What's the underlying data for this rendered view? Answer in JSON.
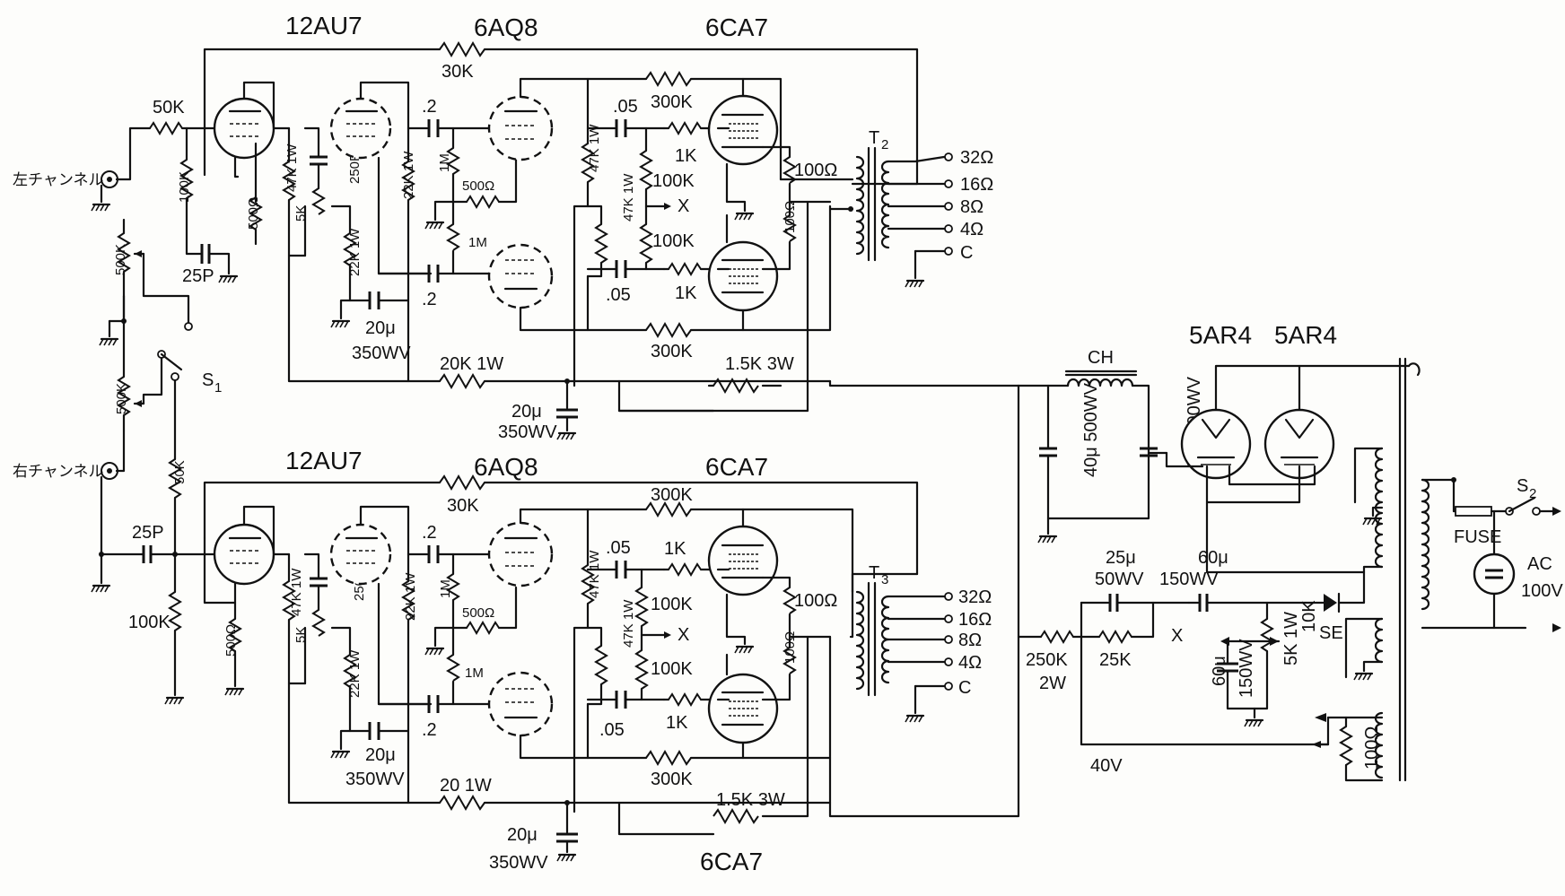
{
  "tubes": {
    "top_12au7": "12AU7",
    "top_6aq8": "6AQ8",
    "top_6ca7": "6CA7",
    "bot_12au7": "12AU7",
    "bot_6aq8": "6AQ8",
    "bot_6ca7": "6CA7",
    "bot_6ca7_lower": "6CA7",
    "rect1": "5AR4",
    "rect2": "5AR4"
  },
  "inputs": {
    "left_channel": "左チャンネル",
    "right_channel": "右チャンネル",
    "switch_s1": "S",
    "switch_s1_sub": "1",
    "switch_s2": "S",
    "switch_s2_sub": "2"
  },
  "top_channel": {
    "fb_res": "30K",
    "in_res": "50K",
    "grid_res": "100K",
    "cap_25p": "25P",
    "cath_500": "500Ω",
    "plate_47k": "47K 1W",
    "plate_22k": "22K 1W",
    "cap_250p": "250P",
    "pot_5k": "5K",
    "res_22k_lower": "22K 1W",
    "cap_20u": "20μ",
    "wv_350": "350WV",
    "coup_02_top": ".2",
    "coup_02_bot": ".2",
    "grid_1m_top": "1M",
    "grid_1m_bot": "1M",
    "res_500": "500Ω",
    "pi_47k": "47K 1W",
    "pi_47k_2": "47K 1W",
    "coup_05_top": ".05",
    "coup_05_bot": ".05",
    "res_1k_top": "1K",
    "res_1k_bot": "1K",
    "res_100k_top": "100K",
    "res_100k_bot": "100K",
    "x_label": "X",
    "fb_300k_top": "300K",
    "fb_300k_bot": "300K",
    "screen_100": "100Ω",
    "screen_100_2": "100Ω",
    "transformer": "T",
    "transformer_sub": "2",
    "taps": [
      "32Ω",
      "16Ω",
      "8Ω",
      "4Ω",
      "C"
    ],
    "dropping_20k": "20K 1W",
    "dropping_15k": "1.5K 3W",
    "filt_20u": "20μ",
    "filt_350": "350WV"
  },
  "bottom_channel": {
    "fb_res": "30K",
    "in_res": "50K",
    "cap_25p": "25P",
    "grid_res": "100K",
    "cath_500": "500Ω",
    "plate_47k": "47K 1W",
    "plate_22k": "22K 1W",
    "cap_250p": "250P",
    "pot_5k": "5K",
    "res_22k_lower": "22K 1W",
    "cap_20u": "20μ",
    "wv_350": "350WV",
    "coup_02_top": ".2",
    "coup_02_bot": ".2",
    "grid_1m_top": "1M",
    "grid_1m_bot": "1M",
    "res_500": "500Ω",
    "pi_47k": "47K 1W",
    "pi_47k_2": "47K 1W",
    "coup_05_top": ".05",
    "coup_05_bot": ".05",
    "res_1k_top": "1K",
    "res_1k_bot": "1K",
    "res_100k_top": "100K",
    "res_100k_bot": "100K",
    "x_label": "X",
    "fb_300k_top": "300K",
    "fb_300k_bot": "300K",
    "screen_100": "100Ω",
    "screen_100_2": "100Ω",
    "transformer": "T",
    "transformer_sub": "3",
    "taps": [
      "32Ω",
      "16Ω",
      "8Ω",
      "4Ω",
      "C"
    ],
    "dropping_20k": "20 1W",
    "dropping_15k": "1.5K 3W",
    "filt_20u": "20μ",
    "filt_350": "350WV"
  },
  "volume": {
    "pot_top": "500K",
    "pot_bot": "500K"
  },
  "power_supply": {
    "choke": "CH",
    "cap1": "40μ 500WV",
    "cap2": "40μ 500WV",
    "cap_25u": "25μ",
    "cap_25u_wv": "50WV",
    "cap_60u_top": "60μ",
    "cap_60u_top_wv": "150WV",
    "cap_60u_side": "60μ",
    "cap_60u_side_wv": "150WV",
    "res_250k": "250K",
    "res_250k_w": "2W",
    "res_25k": "25K",
    "res_5k": "5K 1W",
    "res_10k": "10K",
    "diode": "SE",
    "x_label": "X",
    "v40": "40V",
    "hum_100": "100Ω",
    "fuse": "FUSE",
    "ac": "AC",
    "ac_v": "100V"
  }
}
